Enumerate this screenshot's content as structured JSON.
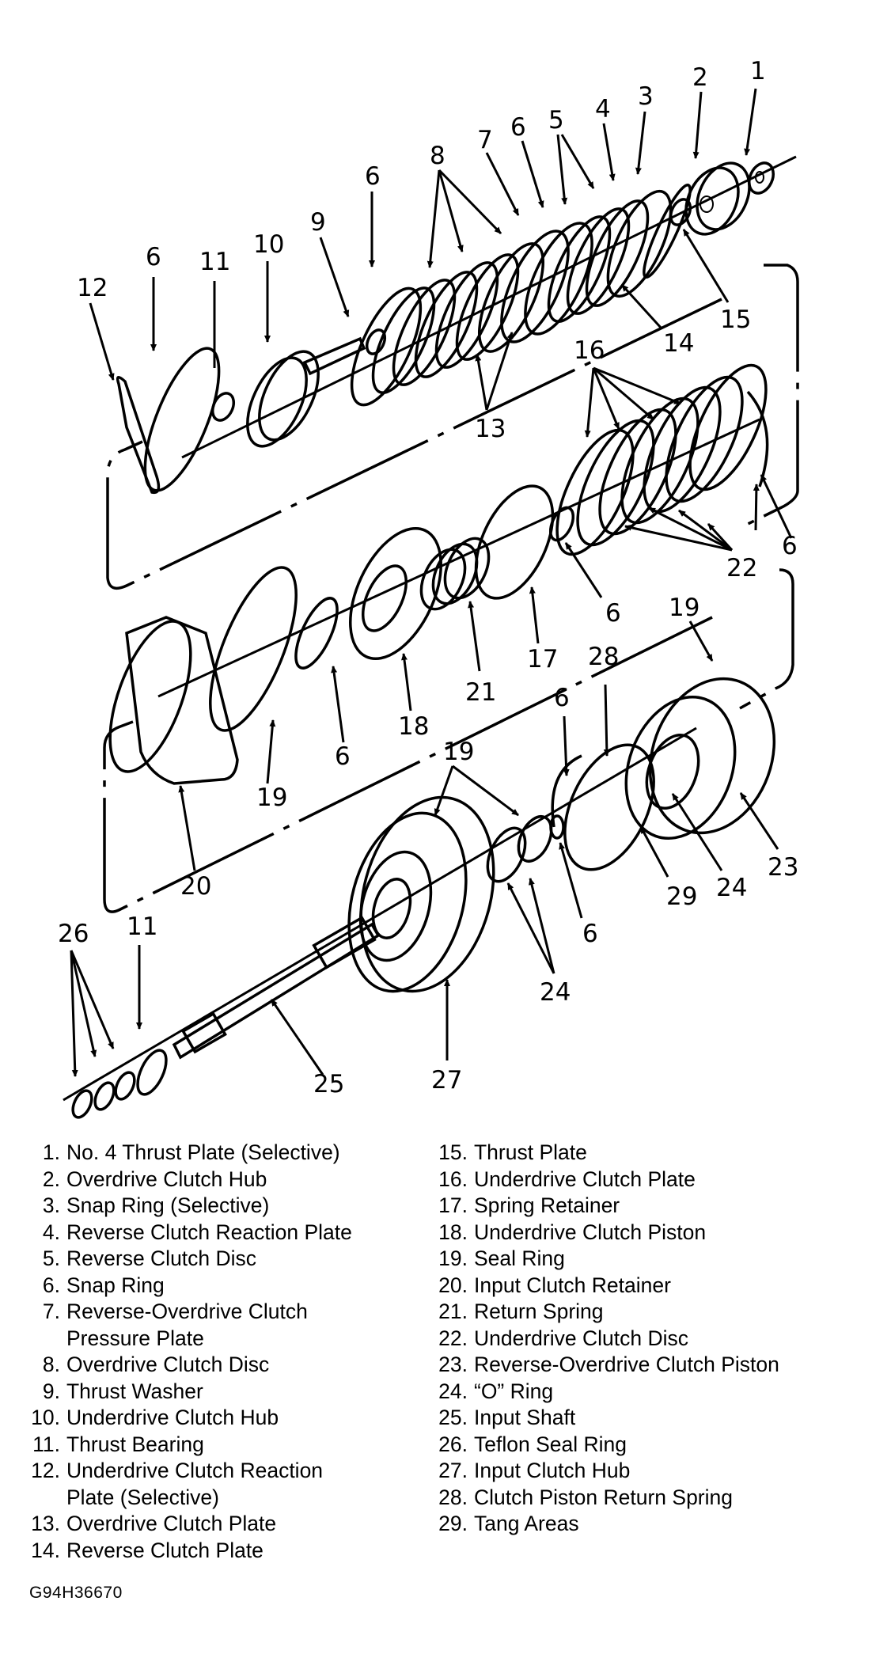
{
  "figure": {
    "code": "G94H36670",
    "callouts": [
      {
        "id": "c1",
        "label": "1"
      },
      {
        "id": "c2",
        "label": "2"
      },
      {
        "id": "c3",
        "label": "3"
      },
      {
        "id": "c4",
        "label": "4"
      },
      {
        "id": "c5",
        "label": "5"
      },
      {
        "id": "c6a",
        "label": "6"
      },
      {
        "id": "c7",
        "label": "7"
      },
      {
        "id": "c8",
        "label": "8"
      },
      {
        "id": "c6b",
        "label": "6"
      },
      {
        "id": "c9",
        "label": "9"
      },
      {
        "id": "c10",
        "label": "10"
      },
      {
        "id": "c11a",
        "label": "11"
      },
      {
        "id": "c6c",
        "label": "6"
      },
      {
        "id": "c12",
        "label": "12"
      },
      {
        "id": "c15",
        "label": "15"
      },
      {
        "id": "c14",
        "label": "14"
      },
      {
        "id": "c16",
        "label": "16"
      },
      {
        "id": "c13",
        "label": "13"
      },
      {
        "id": "c6d",
        "label": "6"
      },
      {
        "id": "c22",
        "label": "22"
      },
      {
        "id": "c6e",
        "label": "6"
      },
      {
        "id": "c17",
        "label": "17"
      },
      {
        "id": "c21",
        "label": "21"
      },
      {
        "id": "c18",
        "label": "18"
      },
      {
        "id": "c6f",
        "label": "6"
      },
      {
        "id": "c19a",
        "label": "19"
      },
      {
        "id": "c20",
        "label": "20"
      },
      {
        "id": "c19b",
        "label": "19"
      },
      {
        "id": "c28",
        "label": "28"
      },
      {
        "id": "c6g",
        "label": "6"
      },
      {
        "id": "c19c",
        "label": "19"
      },
      {
        "id": "c23",
        "label": "23"
      },
      {
        "id": "c24a",
        "label": "24"
      },
      {
        "id": "c29",
        "label": "29"
      },
      {
        "id": "c6h",
        "label": "6"
      },
      {
        "id": "c24b",
        "label": "24"
      },
      {
        "id": "c27",
        "label": "27"
      },
      {
        "id": "c25",
        "label": "25"
      },
      {
        "id": "c26",
        "label": "26"
      },
      {
        "id": "c11b",
        "label": "11"
      }
    ]
  },
  "legend": {
    "column1": [
      {
        "num": "1.",
        "text": "No. 4 Thrust Plate (Selective)"
      },
      {
        "num": "2.",
        "text": "Overdrive Clutch Hub"
      },
      {
        "num": "3.",
        "text": "Snap Ring (Selective)"
      },
      {
        "num": "4.",
        "text": "Reverse Clutch Reaction Plate"
      },
      {
        "num": "5.",
        "text": "Reverse Clutch Disc"
      },
      {
        "num": "6.",
        "text": "Snap Ring"
      },
      {
        "num": "7.",
        "text": "Reverse-Overdrive Clutch",
        "cont": "Pressure Plate"
      },
      {
        "num": "8.",
        "text": "Overdrive Clutch Disc"
      },
      {
        "num": "9.",
        "text": "Thrust Washer"
      },
      {
        "num": "10.",
        "text": "Underdrive Clutch Hub"
      },
      {
        "num": "11.",
        "text": "Thrust Bearing"
      },
      {
        "num": "12.",
        "text": "Underdrive Clutch Reaction",
        "cont": "Plate (Selective)"
      },
      {
        "num": "13.",
        "text": "Overdrive Clutch Plate"
      },
      {
        "num": "14.",
        "text": "Reverse Clutch Plate"
      }
    ],
    "column2": [
      {
        "num": "15.",
        "text": "Thrust Plate"
      },
      {
        "num": "16.",
        "text": "Underdrive Clutch Plate"
      },
      {
        "num": "17.",
        "text": "Spring Retainer"
      },
      {
        "num": "18.",
        "text": "Underdrive Clutch Piston"
      },
      {
        "num": "19.",
        "text": "Seal Ring"
      },
      {
        "num": "20.",
        "text": "Input Clutch Retainer"
      },
      {
        "num": "21.",
        "text": "Return Spring"
      },
      {
        "num": "22.",
        "text": "Underdrive Clutch Disc"
      },
      {
        "num": "23.",
        "text": "Reverse-Overdrive Clutch Piston"
      },
      {
        "num": "24.",
        "text": "“O” Ring"
      },
      {
        "num": "25.",
        "text": "Input Shaft"
      },
      {
        "num": "26.",
        "text": "Teflon Seal Ring"
      },
      {
        "num": "27.",
        "text": "Input Clutch Hub"
      },
      {
        "num": "28.",
        "text": "Clutch Piston Return Spring"
      },
      {
        "num": "29.",
        "text": "Tang Areas"
      }
    ]
  }
}
